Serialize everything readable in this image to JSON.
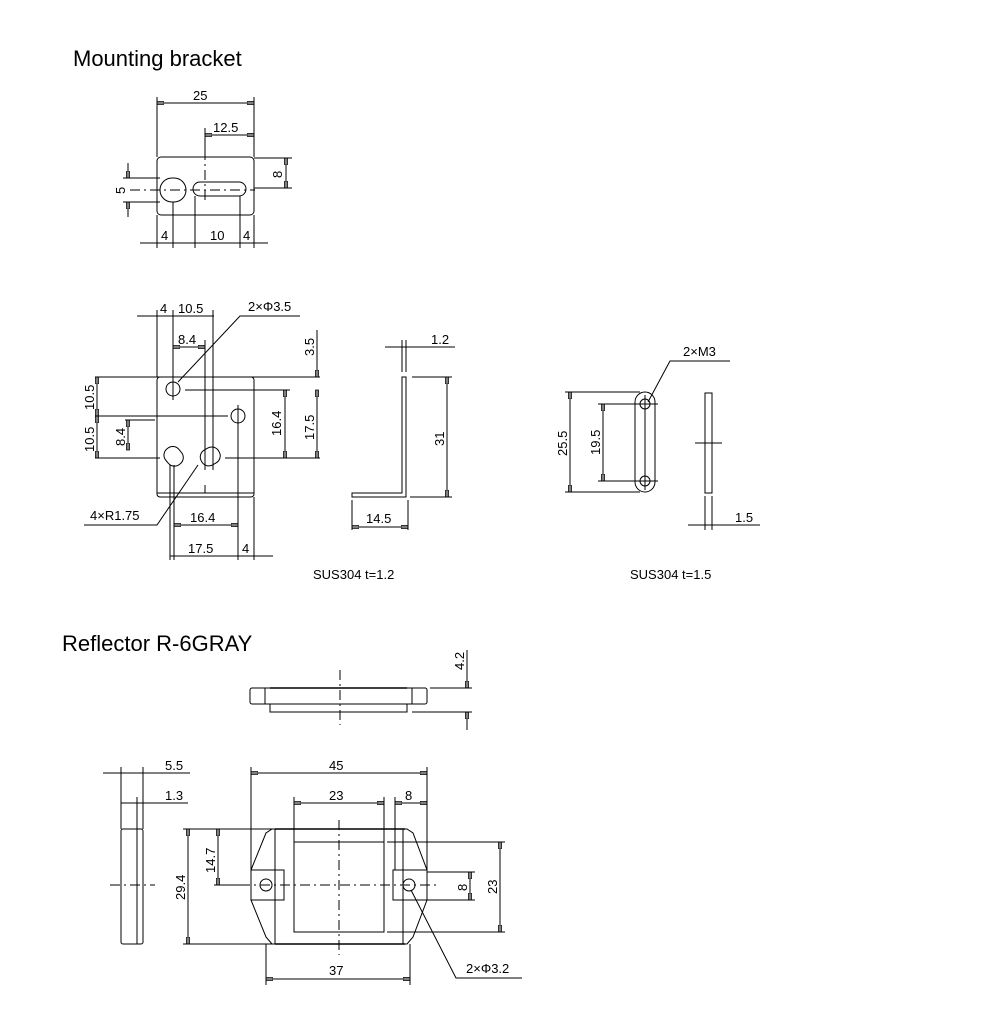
{
  "bracket": {
    "title": "Mounting bracket",
    "top_view": {
      "d25": "25",
      "d12_5": "12.5",
      "d8": "8",
      "d5": "5",
      "d4a": "4",
      "d10": "10",
      "d4b": "4"
    },
    "front_view": {
      "d4": "4",
      "d10_5": "10.5",
      "d8_4": "8.4",
      "holes": "2×Φ3.5",
      "d3_5": "3.5",
      "d17_5v": "17.5",
      "d16_4v": "16.4",
      "d10_5a": "10.5",
      "d10_5b": "10.5",
      "d8_4v": "8.4",
      "slots": "4×R1.75",
      "d16_4h": "16.4",
      "d17_5h": "17.5",
      "d4h": "4"
    },
    "side_view": {
      "d1_2": "1.2",
      "d31": "31",
      "d14_5": "14.5",
      "material": "SUS304  t=1.2"
    },
    "plate": {
      "threads": "2×M3",
      "d25_5": "25.5",
      "d19_5": "19.5",
      "d1_5": "1.5",
      "material": "SUS304  t=1.5"
    }
  },
  "reflector": {
    "title": "Reflector R-6GRAY",
    "d4_2": "4.2",
    "d5_5": "5.5",
    "d1_3": "1.3",
    "d45": "45",
    "d23h": "23",
    "d8h": "8",
    "d29_4": "29.4",
    "d14_7": "14.7",
    "d8v": "8",
    "d23v": "23",
    "d37": "37",
    "holes": "2×Φ3.2"
  }
}
